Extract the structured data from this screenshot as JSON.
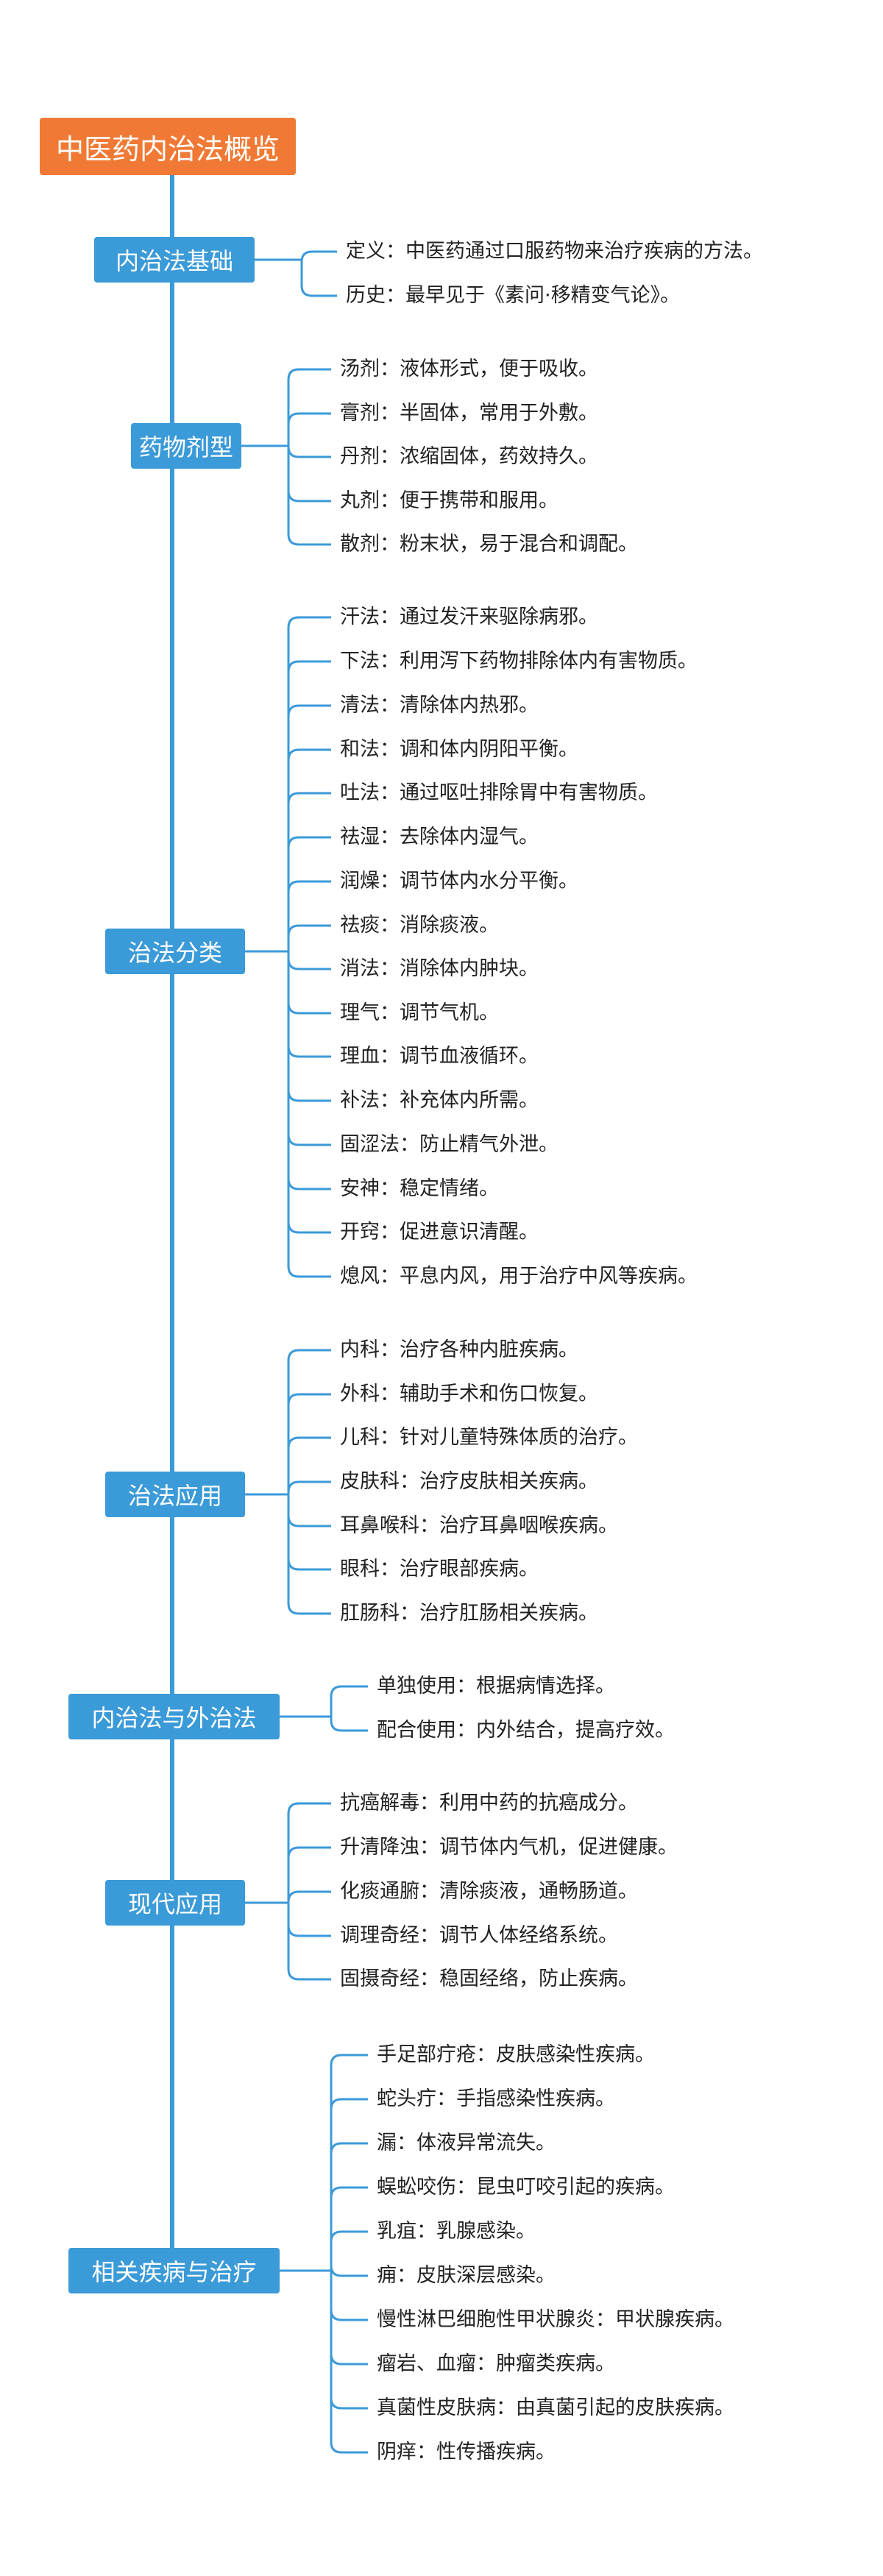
{
  "root": {
    "label": "中医药内治法概览"
  },
  "line_color": "#3b9ad8",
  "root_color": "#f07a35",
  "branches": [
    {
      "label": "内治法基础",
      "leaves": [
        "定义：中医药通过口服药物来治疗疾病的方法。",
        "历史：最早见于《素问·移精变气论》。"
      ]
    },
    {
      "label": "药物剂型",
      "leaves": [
        "汤剂：液体形式，便于吸收。",
        "膏剂：半固体，常用于外敷。",
        "丹剂：浓缩固体，药效持久。",
        "丸剂：便于携带和服用。",
        "散剂：粉末状，易于混合和调配。"
      ]
    },
    {
      "label": "治法分类",
      "leaves": [
        "汗法：通过发汗来驱除病邪。",
        "下法：利用泻下药物排除体内有害物质。",
        "清法：清除体内热邪。",
        "和法：调和体内阴阳平衡。",
        "吐法：通过呕吐排除胃中有害物质。",
        "祛湿：去除体内湿气。",
        "润燥：调节体内水分平衡。",
        "祛痰：消除痰液。",
        "消法：消除体内肿块。",
        "理气：调节气机。",
        "理血：调节血液循环。",
        "补法：补充体内所需。",
        "固涩法：防止精气外泄。",
        "安神：稳定情绪。",
        "开窍：促进意识清醒。",
        "熄风：平息内风，用于治疗中风等疾病。"
      ]
    },
    {
      "label": "治法应用",
      "leaves": [
        "内科：治疗各种内脏疾病。",
        "外科：辅助手术和伤口恢复。",
        "儿科：针对儿童特殊体质的治疗。",
        "皮肤科：治疗皮肤相关疾病。",
        "耳鼻喉科：治疗耳鼻咽喉疾病。",
        "眼科：治疗眼部疾病。",
        "肛肠科：治疗肛肠相关疾病。"
      ]
    },
    {
      "label": "内治法与外治法",
      "leaves": [
        "单独使用：根据病情选择。",
        "配合使用：内外结合，提高疗效。"
      ]
    },
    {
      "label": "现代应用",
      "leaves": [
        "抗癌解毒：利用中药的抗癌成分。",
        "升清降浊：调节体内气机，促进健康。",
        "化痰通腑：清除痰液，通畅肠道。",
        "调理奇经：调节人体经络系统。",
        "固摄奇经：稳固经络，防止疾病。"
      ]
    },
    {
      "label": "相关疾病与治疗",
      "leaves": [
        "手足部疔疮：皮肤感染性疾病。",
        "蛇头疔：手指感染性疾病。",
        "漏：体液异常流失。",
        "蜈蚣咬伤：昆虫叮咬引起的疾病。",
        "乳疽：乳腺感染。",
        "痈：皮肤深层感染。",
        "慢性淋巴细胞性甲状腺炎：甲状腺疾病。",
        "瘤岩、血瘤：肿瘤类疾病。",
        "真菌性皮肤病：由真菌引起的皮肤疾病。",
        "阴痒：性传播疾病。"
      ]
    }
  ]
}
